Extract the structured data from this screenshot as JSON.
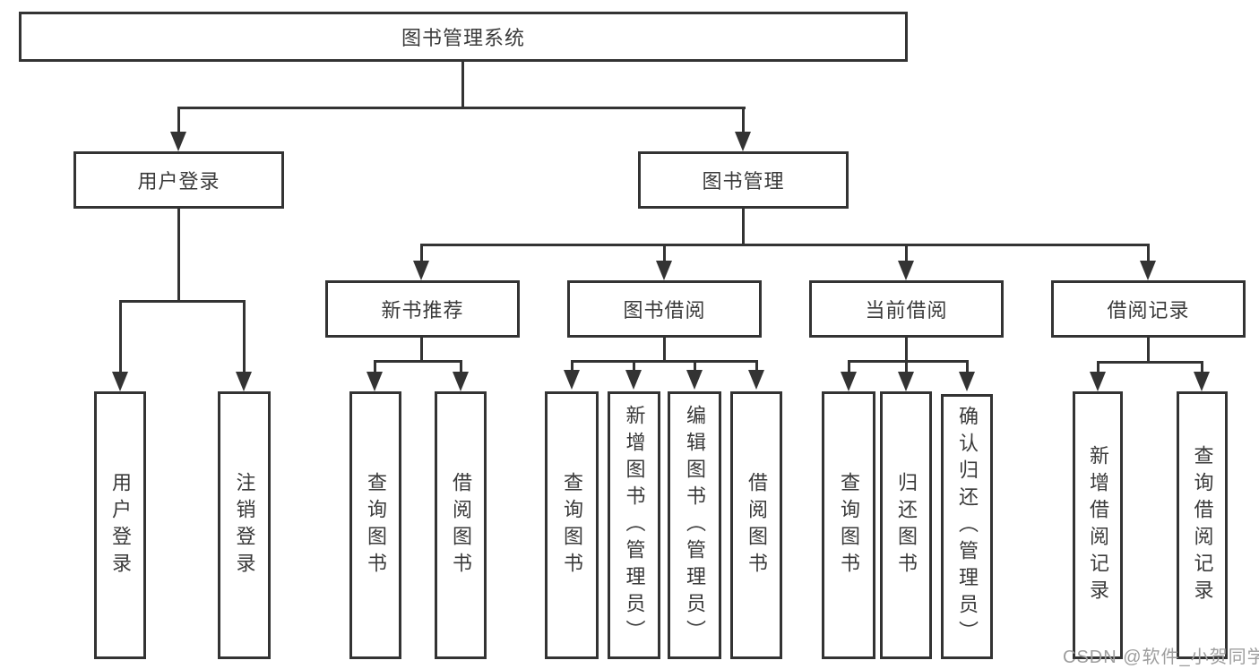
{
  "tree": {
    "label": "图书管理系统",
    "children": [
      {
        "label": "用户登录",
        "children": [
          {
            "label": "用户登录"
          },
          {
            "label": "注销登录"
          }
        ]
      },
      {
        "label": "图书管理",
        "children": [
          {
            "label": "新书推荐",
            "children": [
              {
                "label": "查询图书"
              },
              {
                "label": "借阅图书"
              }
            ]
          },
          {
            "label": "图书借阅",
            "children": [
              {
                "label": "查询图书"
              },
              {
                "label": "新增图书（管理员）"
              },
              {
                "label": "编辑图书（管理员）"
              },
              {
                "label": "借阅图书"
              }
            ]
          },
          {
            "label": "当前借阅",
            "children": [
              {
                "label": "查询图书"
              },
              {
                "label": "归还图书"
              },
              {
                "label": "确认归还（管理员）"
              }
            ]
          },
          {
            "label": "借阅记录",
            "children": [
              {
                "label": "新增借阅记录"
              },
              {
                "label": "查询借阅记录"
              }
            ]
          }
        ]
      }
    ]
  },
  "watermark": "CSDN @软件_小贺同学",
  "colors": {
    "line": "#333333",
    "text": "#3a3a3a",
    "background": "#ffffff",
    "watermark": "#9e9e9e"
  }
}
